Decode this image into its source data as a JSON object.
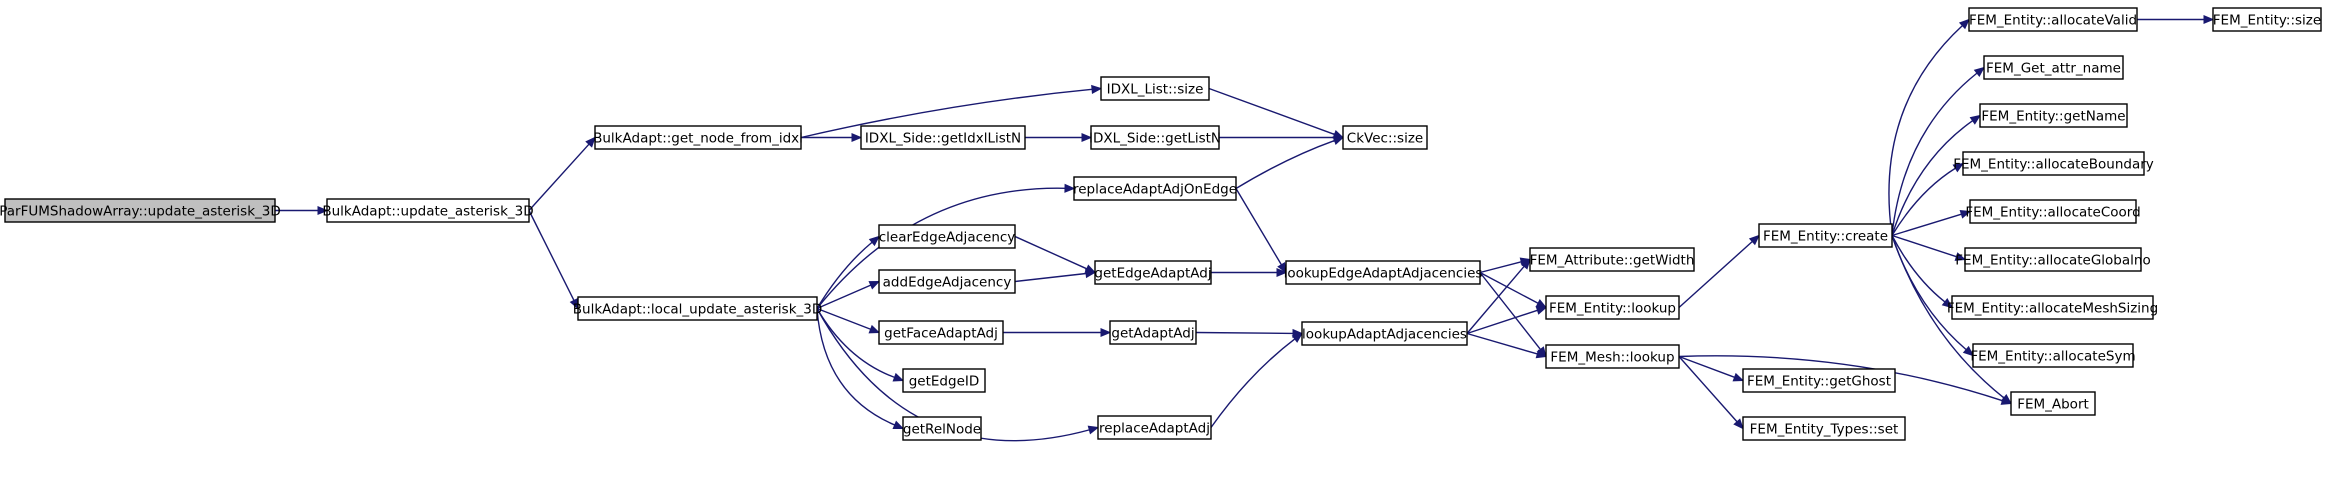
{
  "diagram": {
    "type": "call-graph",
    "colors": {
      "edge": "#191970",
      "node_fill": "#ffffff",
      "root_fill": "#bfbfbf",
      "node_stroke": "#000000"
    },
    "nodes": [
      {
        "id": "n0",
        "label": "ParFUMShadowArray::update_asterisk_3D",
        "root": true
      },
      {
        "id": "n1",
        "label": "BulkAdapt::update_asterisk_3D"
      },
      {
        "id": "n2",
        "label": "BulkAdapt::get_node_from_idxl"
      },
      {
        "id": "n3",
        "label": "BulkAdapt::local_update_asterisk_3D"
      },
      {
        "id": "n4",
        "label": "IDXL_List::size"
      },
      {
        "id": "n5",
        "label": "IDXL_Side::getIdxlListN"
      },
      {
        "id": "n6",
        "label": "IDXL_Side::getListN"
      },
      {
        "id": "n7",
        "label": "CkVec::size"
      },
      {
        "id": "n8",
        "label": "replaceAdaptAdjOnEdge"
      },
      {
        "id": "n9",
        "label": "clearEdgeAdjacency"
      },
      {
        "id": "n10",
        "label": "addEdgeAdjacency"
      },
      {
        "id": "n11",
        "label": "getFaceAdaptAdj"
      },
      {
        "id": "n12",
        "label": "getEdgeID"
      },
      {
        "id": "n13",
        "label": "getRelNode"
      },
      {
        "id": "n14",
        "label": "replaceAdaptAdj"
      },
      {
        "id": "n15",
        "label": "getEdgeAdaptAdj"
      },
      {
        "id": "n16",
        "label": "getAdaptAdj"
      },
      {
        "id": "n17",
        "label": "lookupEdgeAdaptAdjacencies"
      },
      {
        "id": "n18",
        "label": "lookupAdaptAdjacencies"
      },
      {
        "id": "n19",
        "label": "FEM_Attribute::getWidth"
      },
      {
        "id": "n20",
        "label": "FEM_Entity::lookup"
      },
      {
        "id": "n21",
        "label": "FEM_Mesh::lookup"
      },
      {
        "id": "n22",
        "label": "FEM_Entity::create"
      },
      {
        "id": "n23",
        "label": "FEM_Entity::getGhost"
      },
      {
        "id": "n24",
        "label": "FEM_Entity_Types::set"
      },
      {
        "id": "n25",
        "label": "FEM_Entity::allocateValid"
      },
      {
        "id": "n26",
        "label": "FEM_Entity::size"
      },
      {
        "id": "n27",
        "label": "FEM_Get_attr_name"
      },
      {
        "id": "n28",
        "label": "FEM_Entity::getName"
      },
      {
        "id": "n29",
        "label": "FEM_Entity::allocateBoundary"
      },
      {
        "id": "n30",
        "label": "FEM_Entity::allocateCoord"
      },
      {
        "id": "n31",
        "label": "FEM_Entity::allocateGlobalno"
      },
      {
        "id": "n32",
        "label": "FEM_Entity::allocateMeshSizing"
      },
      {
        "id": "n33",
        "label": "FEM_Entity::allocateSym"
      },
      {
        "id": "n34",
        "label": "FEM_Abort"
      }
    ],
    "edges": [
      [
        "n0",
        "n1"
      ],
      [
        "n1",
        "n2"
      ],
      [
        "n1",
        "n3"
      ],
      [
        "n2",
        "n4"
      ],
      [
        "n2",
        "n5"
      ],
      [
        "n5",
        "n6"
      ],
      [
        "n4",
        "n7"
      ],
      [
        "n6",
        "n7"
      ],
      [
        "n3",
        "n8"
      ],
      [
        "n3",
        "n9"
      ],
      [
        "n3",
        "n10"
      ],
      [
        "n3",
        "n11"
      ],
      [
        "n3",
        "n12"
      ],
      [
        "n3",
        "n13"
      ],
      [
        "n3",
        "n14"
      ],
      [
        "n8",
        "n7"
      ],
      [
        "n8",
        "n17"
      ],
      [
        "n9",
        "n15"
      ],
      [
        "n10",
        "n15"
      ],
      [
        "n15",
        "n17"
      ],
      [
        "n11",
        "n16"
      ],
      [
        "n16",
        "n18"
      ],
      [
        "n14",
        "n18"
      ],
      [
        "n17",
        "n19"
      ],
      [
        "n17",
        "n20"
      ],
      [
        "n17",
        "n21"
      ],
      [
        "n18",
        "n19"
      ],
      [
        "n18",
        "n20"
      ],
      [
        "n18",
        "n21"
      ],
      [
        "n20",
        "n22"
      ],
      [
        "n21",
        "n23"
      ],
      [
        "n21",
        "n24"
      ],
      [
        "n21",
        "n34"
      ],
      [
        "n22",
        "n25"
      ],
      [
        "n25",
        "n26"
      ],
      [
        "n22",
        "n27"
      ],
      [
        "n22",
        "n28"
      ],
      [
        "n22",
        "n29"
      ],
      [
        "n22",
        "n30"
      ],
      [
        "n22",
        "n31"
      ],
      [
        "n22",
        "n32"
      ],
      [
        "n22",
        "n33"
      ],
      [
        "n22",
        "n34"
      ]
    ]
  }
}
